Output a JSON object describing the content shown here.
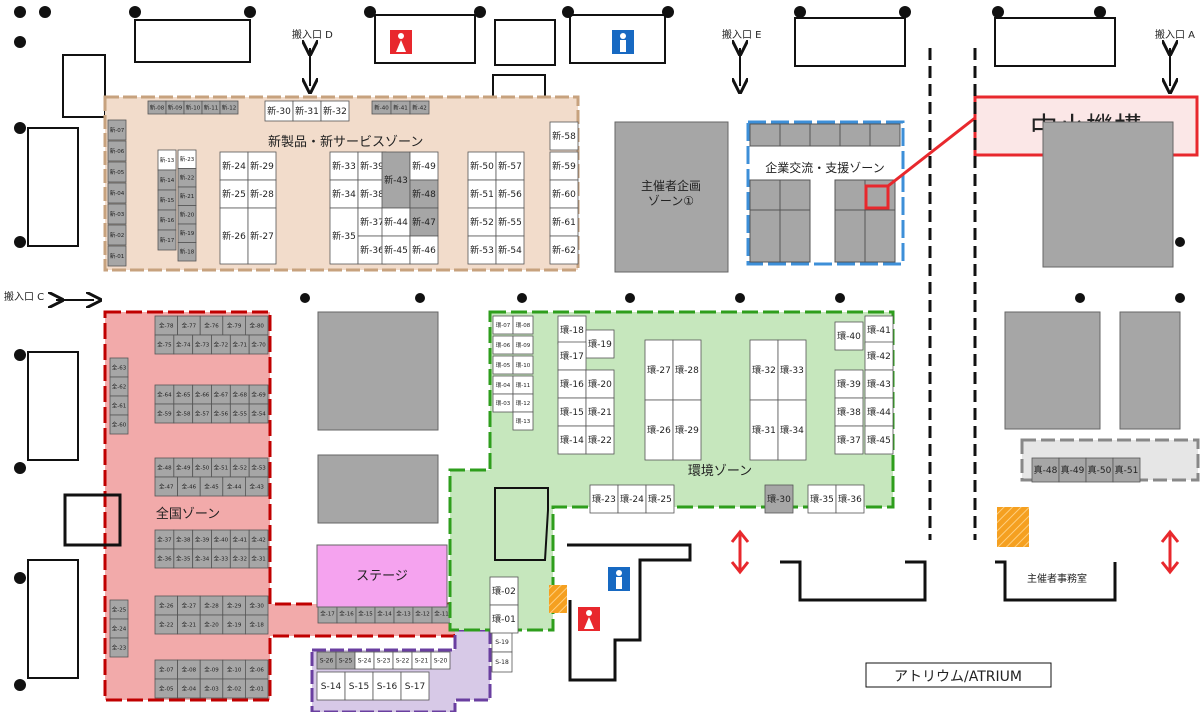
{
  "entrances": {
    "a": "搬入口 A",
    "c": "搬入口 C",
    "d": "搬入口 D",
    "e": "搬入口 E"
  },
  "zones": {
    "new_products": "新製品・新サービスゾーン",
    "organizer": "主催者企画ゾーン①",
    "support": "企業交流・支援ゾーン",
    "national": "全国ゾーン",
    "environment": "環境ゾーン",
    "stage": "ステージ"
  },
  "callout": "中小機構",
  "office": "主催者事務室",
  "atrium": "アトリウム/ATRIUM",
  "colors": {
    "new_zone": "#f2dccb",
    "new_border": "#c7a27e",
    "national": "#f2aaaa",
    "national_border": "#c00000",
    "env": "#c6e7bd",
    "env_border": "#2e9e1c",
    "stage": "#f5a3ef",
    "purple": "#d7c9e7",
    "purple_border": "#6a3fa0",
    "booth_gray": "#a6a6a6",
    "support_border": "#3d8fd8",
    "callout": "#e8282d"
  },
  "booths": {
    "new_top": [
      "新-08",
      "新-09",
      "新-10",
      "新-11",
      "新-12",
      "新-30",
      "新-31",
      "新-32",
      "新-40",
      "新-41",
      "新-42"
    ],
    "new_left": [
      "新-07",
      "新-06",
      "新-05",
      "新-04",
      "新-03",
      "新-02",
      "新-01"
    ],
    "new_col1": [
      "新-13",
      "新-14",
      "新-15",
      "新-16",
      "新-17",
      "新-23",
      "新-22",
      "新-21",
      "新-20",
      "新-19",
      "新-18"
    ],
    "new_grid": [
      "新-24",
      "新-29",
      "新-25",
      "新-28",
      "新-26",
      "新-27",
      "新-33",
      "新-39",
      "新-34",
      "新-38",
      "新-35",
      "新-37",
      "新-36",
      "新-43",
      "新-49",
      "新-48",
      "新-44",
      "新-47",
      "新-45",
      "新-46",
      "新-50",
      "新-57",
      "新-51",
      "新-56",
      "新-52",
      "新-55",
      "新-53",
      "新-54",
      "新-58",
      "新-59",
      "新-60",
      "新-61",
      "新-62"
    ],
    "national_a": [
      "全-78",
      "全-77",
      "全-76",
      "全-79",
      "全-80",
      "全-75",
      "全-74",
      "全-73",
      "全-72",
      "全-71",
      "全-70"
    ],
    "national_b": [
      "全-64",
      "全-65",
      "全-66",
      "全-67",
      "全-68",
      "全-69",
      "全-59",
      "全-58",
      "全-57",
      "全-56",
      "全-55",
      "全-54"
    ],
    "national_c": [
      "全-48",
      "全-49",
      "全-50",
      "全-51",
      "全-52",
      "全-53",
      "全-47",
      "全-46",
      "全-45",
      "全-44",
      "全-43"
    ],
    "national_d": [
      "全-37",
      "全-38",
      "全-39",
      "全-40",
      "全-41",
      "全-42",
      "全-36",
      "全-35",
      "全-34",
      "全-33",
      "全-32",
      "全-31"
    ],
    "national_e": [
      "全-26",
      "全-27",
      "全-28",
      "全-29",
      "全-30",
      "全-22",
      "全-21",
      "全-20",
      "全-19",
      "全-18"
    ],
    "national_f": [
      "全-07",
      "全-08",
      "全-09",
      "全-10",
      "全-06",
      "全-05",
      "全-04",
      "全-03",
      "全-02",
      "全-01"
    ],
    "national_side": [
      "全-63",
      "全-62",
      "全-61",
      "全-60",
      "全-25",
      "全-24",
      "全-23"
    ],
    "national_bottom": [
      "全-17",
      "全-16",
      "全-15",
      "全-14",
      "全-13",
      "全-12",
      "全-11"
    ],
    "env_left": [
      "環-07",
      "環-08",
      "環-06",
      "環-09",
      "環-05",
      "環-10",
      "環-04",
      "環-11",
      "環-03",
      "環-12",
      "環-13"
    ],
    "env_col": [
      "環-18",
      "環-19",
      "環-17",
      "環-16",
      "環-20",
      "環-15",
      "環-21",
      "環-14",
      "環-22"
    ],
    "env_mid": [
      "環-27",
      "環-28",
      "環-26",
      "環-29",
      "環-32",
      "環-33",
      "環-31",
      "環-34"
    ],
    "env_right": [
      "環-41",
      "環-40",
      "環-42",
      "環-39",
      "環-43",
      "環-38",
      "環-44",
      "環-37",
      "環-45"
    ],
    "env_bottom": [
      "環-23",
      "環-24",
      "環-25",
      "環-30",
      "環-35",
      "環-36",
      "環-02",
      "環-01"
    ],
    "s_row1": [
      "S-26",
      "S-25",
      "S-24",
      "S-23",
      "S-22",
      "S-21",
      "S-20"
    ],
    "s_row2": [
      "S-14",
      "S-15",
      "S-16",
      "S-17"
    ],
    "s_side": [
      "S-19",
      "S-18"
    ],
    "shin": [
      "真-48",
      "真-49",
      "真-50",
      "真-51"
    ]
  }
}
